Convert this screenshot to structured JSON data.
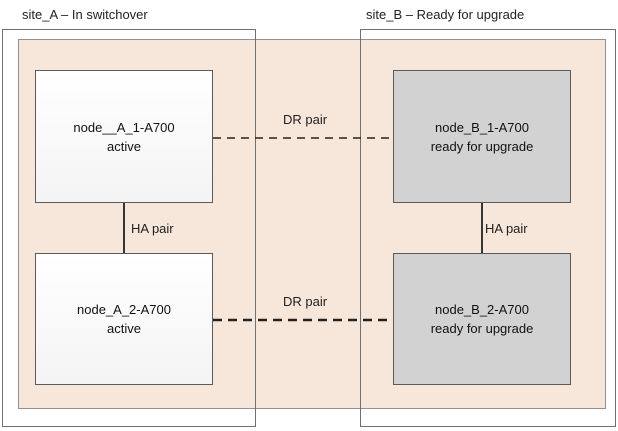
{
  "sites": {
    "a": {
      "label": "site_A – In switchover"
    },
    "b": {
      "label": "site_B – Ready for upgrade"
    }
  },
  "nodes": {
    "a1": {
      "name": "node__A_1-A700",
      "status": "active"
    },
    "a2": {
      "name": "node_A_2-A700",
      "status": "active"
    },
    "b1": {
      "name": "node_B_1-A700",
      "status": "ready for upgrade"
    },
    "b2": {
      "name": "node_B_2-A700",
      "status": "ready for upgrade"
    }
  },
  "links": {
    "dr_top": "DR pair",
    "dr_bottom": "DR pair",
    "ha_left": "HA pair",
    "ha_right": "HA pair"
  },
  "colors": {
    "outer_fill": "#f7e6da",
    "node_a_fill": "#ffffff",
    "node_b_fill": "#d2d2d2",
    "line": "#222222"
  }
}
